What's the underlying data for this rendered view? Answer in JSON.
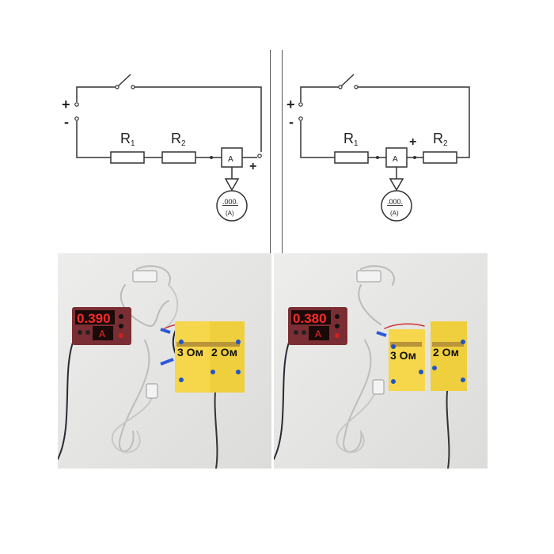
{
  "left_circuit": {
    "plus": "+",
    "minus": "-",
    "r1": "R",
    "r1_sub": "1",
    "r2": "R",
    "r2_sub": "2",
    "ammeter_box": "A",
    "meter_reading": ".000.",
    "meter_unit": "(A)",
    "terminal_plus": "+"
  },
  "right_circuit": {
    "plus": "+",
    "minus": "-",
    "r1": "R",
    "r1_sub": "1",
    "r2": "R",
    "r2_sub": "2",
    "ammeter_box": "A",
    "meter_reading": ".000.",
    "meter_unit": "(A)",
    "terminal_plus": "+"
  },
  "left_photo": {
    "display_reading": "0.390",
    "display_unit": "A",
    "label_3": "3 Ом",
    "label_2": "2 Ом"
  },
  "right_photo": {
    "display_reading": "0.380",
    "display_unit": "A",
    "label_3": "3 Ом",
    "label_2": "2 Ом"
  },
  "colors": {
    "display_red": "#ff2a2a",
    "board_yellow": "#f6d64a",
    "meter_body": "#7a2e33"
  }
}
